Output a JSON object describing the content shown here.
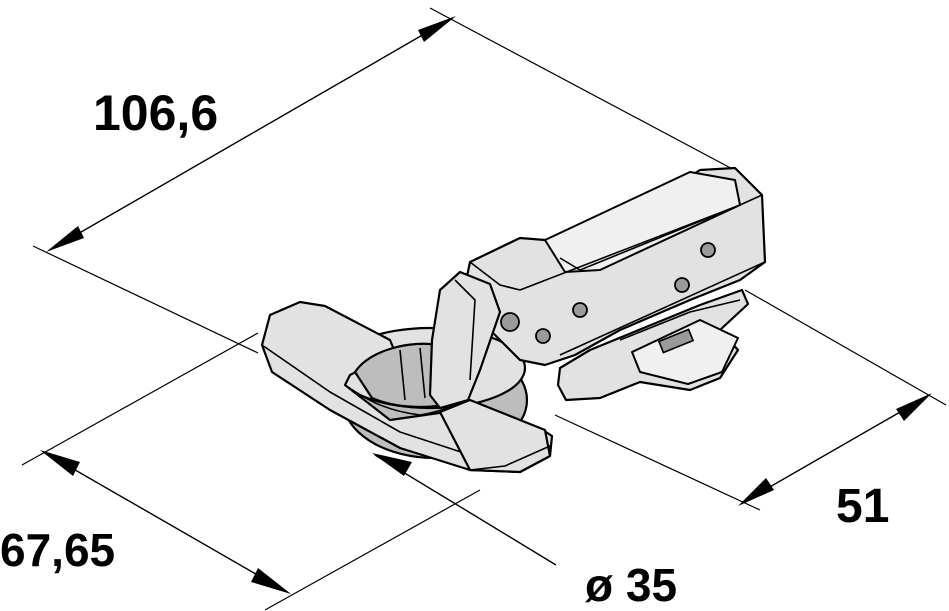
{
  "dimensions": {
    "overall_length": "106,6",
    "depth": "67,65",
    "diameter": "ø 35",
    "mounting_plate_width": "51"
  }
}
